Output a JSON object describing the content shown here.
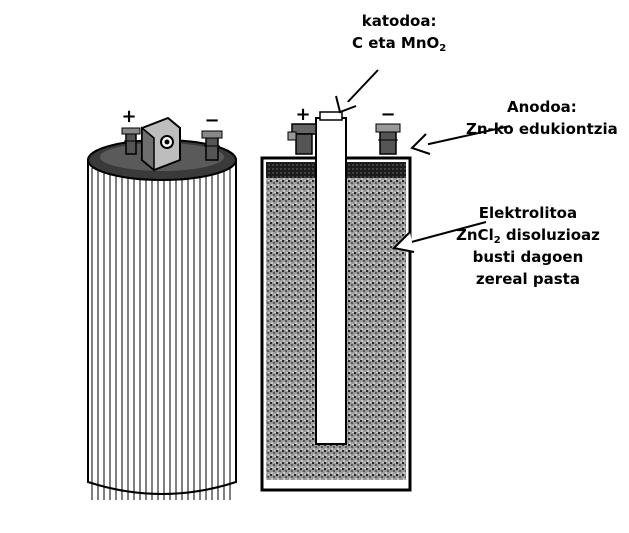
{
  "labels": {
    "cathode": {
      "line1": "katodoa:",
      "line2_pre": "C eta MnO",
      "line2_sub": "2"
    },
    "anode": {
      "line1": "Anodoa:",
      "line2": "Zn-ko edukiontzia"
    },
    "electrolyte": {
      "line1": "Elektrolitoa",
      "line2_pre": "ZnCl",
      "line2_sub": "2",
      "line2_post": " disoluzioaz",
      "line3": "busti dagoen",
      "line4": "zereal pasta"
    }
  },
  "terminals": {
    "plus": "+",
    "minus": "−"
  },
  "colors": {
    "ink": "#000000",
    "paper": "#ffffff",
    "paste": "#3a3a3a"
  }
}
